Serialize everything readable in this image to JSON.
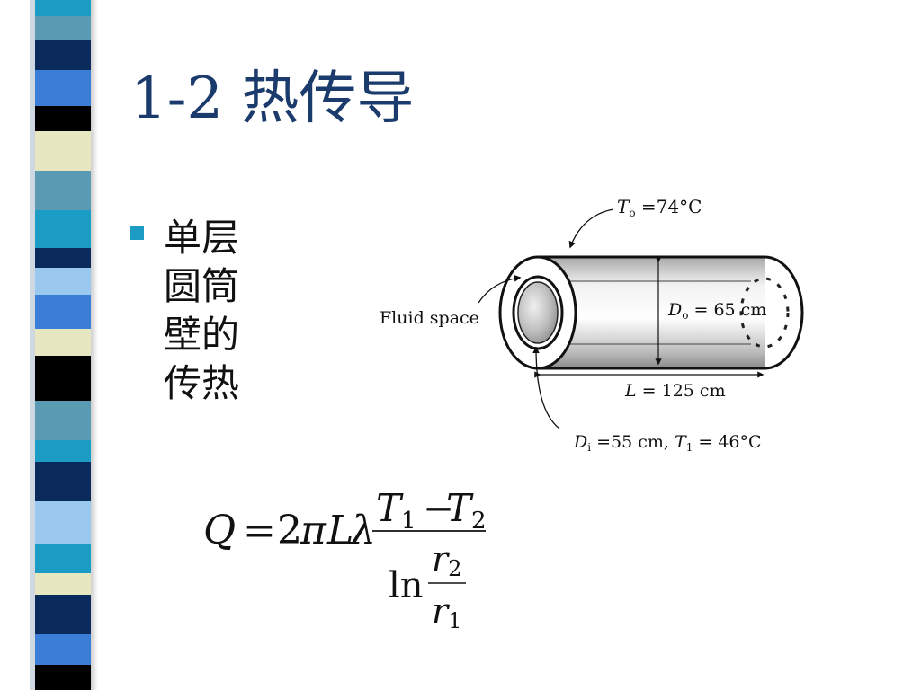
{
  "slide": {
    "title": "1-2 热传导",
    "bullet": "单层圆筒壁的传热"
  },
  "figure": {
    "outer_temp_T": "T",
    "outer_temp_sub": "o",
    "outer_temp_val": " =74°C",
    "fluid_label": "Fluid space",
    "outer_diam_D": "D",
    "outer_diam_sub": "o",
    "outer_diam_val": " = 65 cm",
    "length_L": "L",
    "length_val": " = 125 cm",
    "inner_D": "D",
    "inner_D_sub": "i",
    "inner_D_val": " =55 cm, ",
    "inner_T": "T",
    "inner_T_sub": "1",
    "inner_T_val": " = 46°C"
  },
  "formula": {
    "Q": "Q",
    "eq": "=",
    "coef": "2",
    "pi": "π",
    "L": "L",
    "lambda": "λ",
    "T1": "T",
    "T1_sub": "1",
    "minus": "−",
    "T2": "T",
    "T2_sub": "2",
    "ln": "ln",
    "r2": "r",
    "r2_sub": "2",
    "r1": "r",
    "r1_sub": "1"
  },
  "colors": {
    "title": "#1a3b6b",
    "bullet": "#1b9cc4",
    "stripe": [
      "#1b9cc4",
      "#0a2a5c",
      "#3a7ed8",
      "#000000",
      "#e6e6c0",
      "#5a9ab2",
      "#2470d0",
      "#9ac8ee",
      "#ffffff"
    ]
  }
}
